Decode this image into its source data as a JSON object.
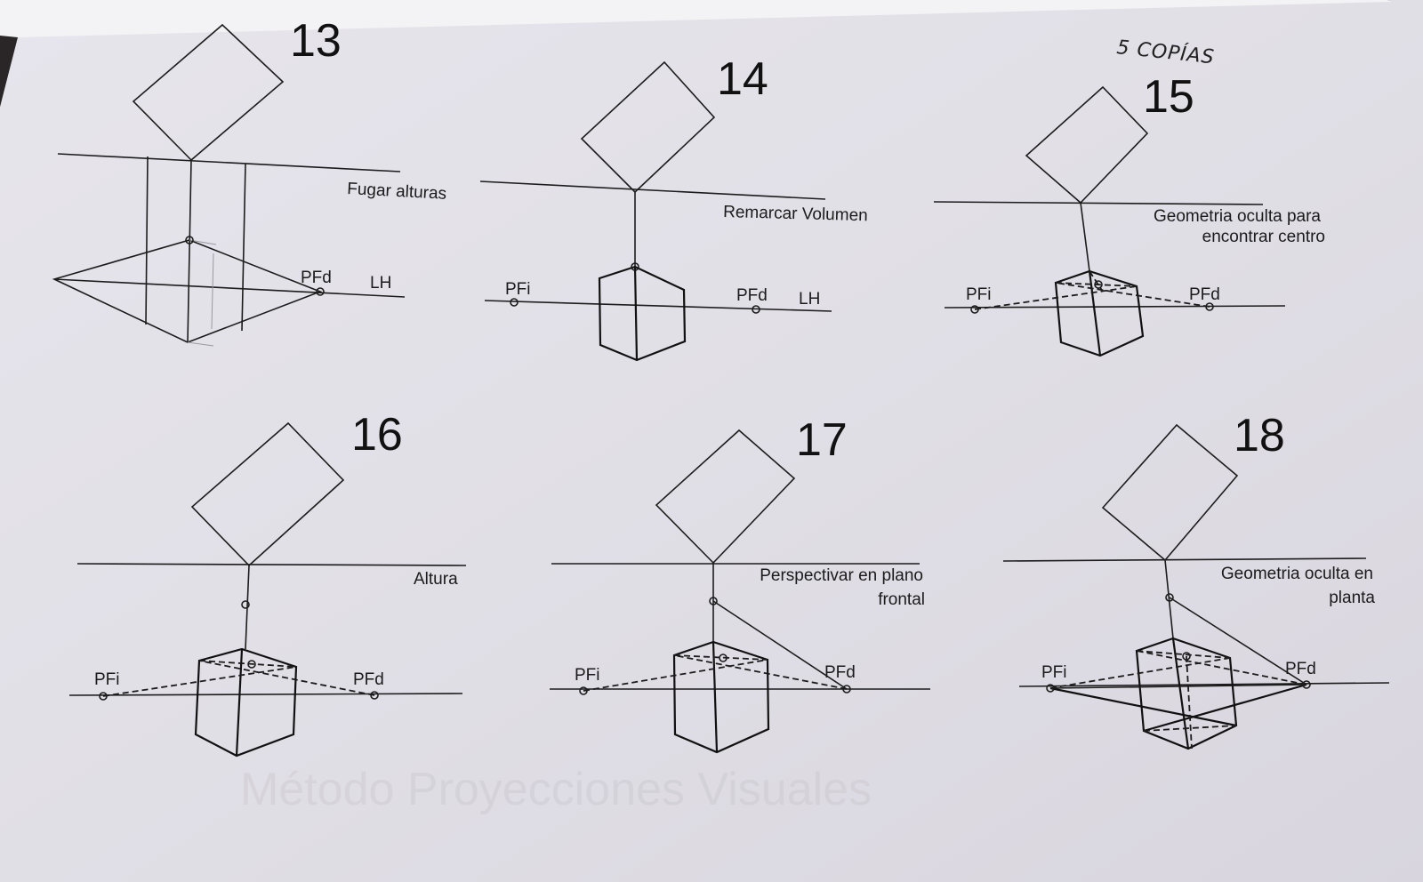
{
  "note": "5 COPÍAS",
  "footer_watermark": "Método Proyecciones Visuales",
  "steps": [
    {
      "number": "13",
      "instruction": "Fugar alturas",
      "labels": [
        "PFd",
        "LH"
      ]
    },
    {
      "number": "14",
      "instruction": "Remarcar Volumen",
      "labels": [
        "PFi",
        "PFd",
        "LH"
      ]
    },
    {
      "number": "15",
      "instruction": [
        "Geometria oculta para",
        "encontrar centro"
      ],
      "labels": [
        "PFi",
        "PFd"
      ]
    },
    {
      "number": "16",
      "instruction": "Altura",
      "labels": [
        "PFi",
        "PFd"
      ]
    },
    {
      "number": "17",
      "instruction": [
        "Perspectivar en plano",
        "frontal"
      ],
      "labels": [
        "PFi",
        "PFd"
      ]
    },
    {
      "number": "18",
      "instruction": [
        "Geometria oculta en",
        "planta"
      ],
      "labels": [
        "PFi",
        "PFd"
      ]
    }
  ],
  "colors": {
    "paper": "#e4e2e9",
    "ink": "#1c1c1c",
    "background": "#2a2628"
  }
}
